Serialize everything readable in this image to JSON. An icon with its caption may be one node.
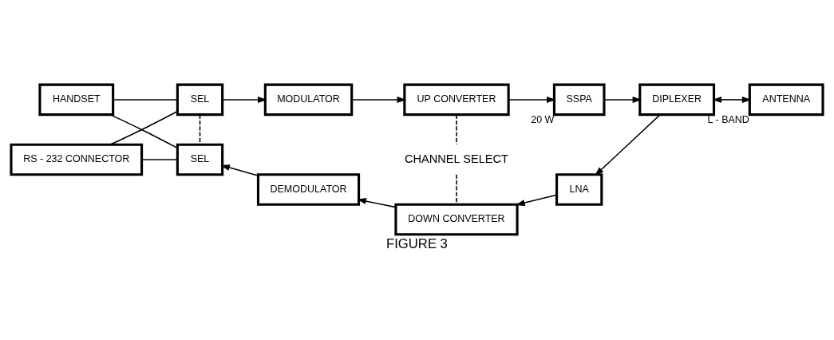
{
  "diagram": {
    "caption": "FIGURE 3",
    "nodes": [
      {
        "text": [
          "HANDSET"
        ]
      },
      {
        "text": [
          "SEL"
        ]
      },
      {
        "text": [
          "MODULATOR"
        ]
      },
      {
        "text": [
          "UP CONVERTER"
        ]
      },
      {
        "text": [
          "SSPA"
        ],
        "beside": [
          "20 W"
        ]
      },
      {
        "text": [
          "DIPLEXER"
        ]
      },
      {
        "text": [
          "ANTENNA"
        ],
        "beside": [
          "L - BAND"
        ]
      },
      {
        "text": [
          "CHANNEL SELECT"
        ]
      },
      {
        "text": [
          "RS - 232 CONNECTOR"
        ]
      },
      {
        "text": [
          "SEL"
        ]
      },
      {
        "text": [
          "DEMODULATOR"
        ]
      },
      {
        "text": [
          "DOWN CONVERTER"
        ]
      },
      {
        "text": [
          "LNA"
        ]
      }
    ],
    "edges": [
      {
        "from": 0,
        "to": 1,
        "arrow": "none"
      },
      {
        "from": 0,
        "to": 9,
        "arrow": "none"
      },
      {
        "from": 8,
        "to": 1,
        "arrow": "none"
      },
      {
        "from": 8,
        "to": 9,
        "arrow": "none"
      },
      {
        "from": 1,
        "to": 2,
        "arrow": "to"
      },
      {
        "from": 2,
        "to": 3,
        "arrow": "to"
      },
      {
        "from": 3,
        "to": 4,
        "arrow": "to"
      },
      {
        "from": 4,
        "to": 5,
        "arrow": "to"
      },
      {
        "from": 5,
        "to": 6,
        "arrow": "both"
      },
      {
        "from": 5,
        "to": 12,
        "arrow": "to"
      },
      {
        "from": 12,
        "to": 11,
        "arrow": "to"
      },
      {
        "from": 11,
        "to": 10,
        "arrow": "to"
      },
      {
        "from": 10,
        "to": 9,
        "arrow": "to"
      },
      {
        "from": 1,
        "to": 9,
        "arrow": "none",
        "style": "dashed"
      },
      {
        "from": 3,
        "to": 7,
        "arrow": "none",
        "style": "dashed"
      },
      {
        "from": 7,
        "to": 11,
        "arrow": "none",
        "style": "dashed"
      }
    ]
  }
}
